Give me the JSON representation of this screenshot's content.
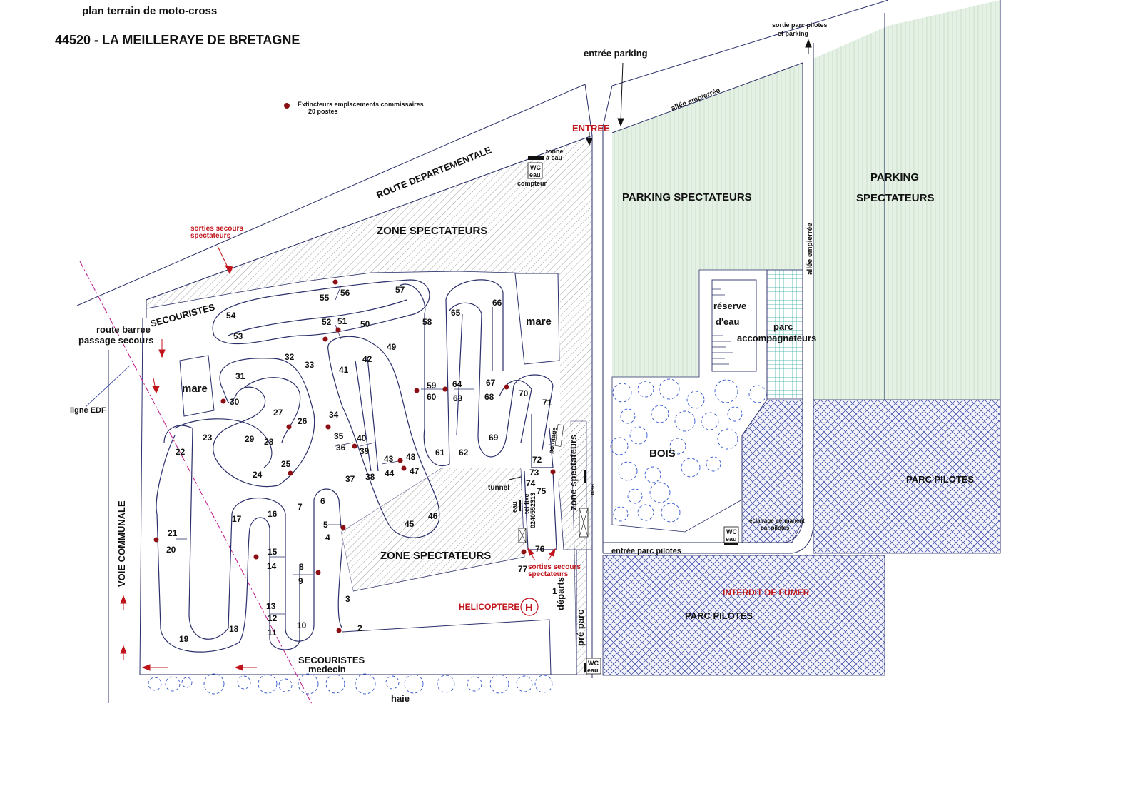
{
  "header": {
    "title": "plan terrain de moto-cross",
    "subtitle": "44520 - LA MEILLERAYE DE BRETAGNE"
  },
  "legend": {
    "extinguisher_text": "Extincteurs emplacements commissaires",
    "extinguisher_count": "20 postes",
    "extinguisher_color": "#8c0f14"
  },
  "labels": {
    "route_departementale": "ROUTE   DEPARTEMENTALE",
    "entree_parking": "entrée parking",
    "entree": "ENTREE",
    "allee_empierree": "allée  empierrée",
    "allee_empierree_v": "allée  empierrée",
    "sortie_parc_1": "sortie parc pilotes",
    "sortie_parc_2": "et parking",
    "tonne_1": "tonne",
    "tonne_2": "à eau",
    "wc": "WC",
    "eau": "eau",
    "compteur": "compteur",
    "zone_spectateurs": "ZONE SPECTATEURS",
    "zone_spectateurs_low": "ZONE SPECTATEURS",
    "zone_spectateurs_v": "zone spectateurs",
    "parking_spectateurs": "PARKING SPECTATEURS",
    "parking_2": "PARKING",
    "spectateurs_2": "SPECTATEURS",
    "sorties_secours_1": "sorties secours",
    "sorties_secours_2": "spectateurs",
    "secouristes": "SECOURISTES",
    "route_barree_1": "route barree",
    "route_barree_2": "passage secours",
    "ligne_edf": "ligne EDF",
    "voie_communale": "VOIE  COMMUNALE",
    "mare": "mare",
    "reserve_1": "réserve",
    "reserve_2": "d'eau",
    "parc_acc_1": "parc",
    "parc_acc_2": "accompagnateurs",
    "bois": "BOIS",
    "parc_pilotes": "PARC PILOTES",
    "parc_pilotes_2": "PARC PILOTES",
    "interdit": "INTERDIT  DE  FUMER",
    "eclairage_1": "éclairage permanent",
    "eclairage_2": "par pilotes",
    "entree_parc_pilotes": "entrée parc pilotes",
    "tunnel": "tunnel",
    "tel_1": "tél  fixe",
    "tel_2": "0240552313",
    "pointage": "pointage",
    "departs": "départs",
    "pre_parc": "pré parc",
    "helicoptere": "HELICOPTERE",
    "heli_h": "H",
    "secouristes_bas": "SECOURISTES",
    "medecin": "medecin",
    "haie": "haie"
  },
  "track_numbers": [
    "1",
    "2",
    "3",
    "4",
    "5",
    "6",
    "7",
    "8",
    "9",
    "10",
    "11",
    "12",
    "13",
    "14",
    "15",
    "16",
    "17",
    "18",
    "19",
    "20",
    "21",
    "22",
    "23",
    "24",
    "25",
    "26",
    "27",
    "28",
    "29",
    "30",
    "31",
    "32",
    "33",
    "34",
    "35",
    "36",
    "37",
    "38",
    "39",
    "40",
    "41",
    "42",
    "43",
    "44",
    "45",
    "46",
    "47",
    "48",
    "49",
    "50",
    "51",
    "52",
    "53",
    "54",
    "55",
    "56",
    "57",
    "58",
    "59",
    "60",
    "61",
    "62",
    "63",
    "64",
    "65",
    "66",
    "67",
    "68",
    "69",
    "70",
    "71",
    "72",
    "73",
    "74",
    "75",
    "76",
    "77"
  ]
}
